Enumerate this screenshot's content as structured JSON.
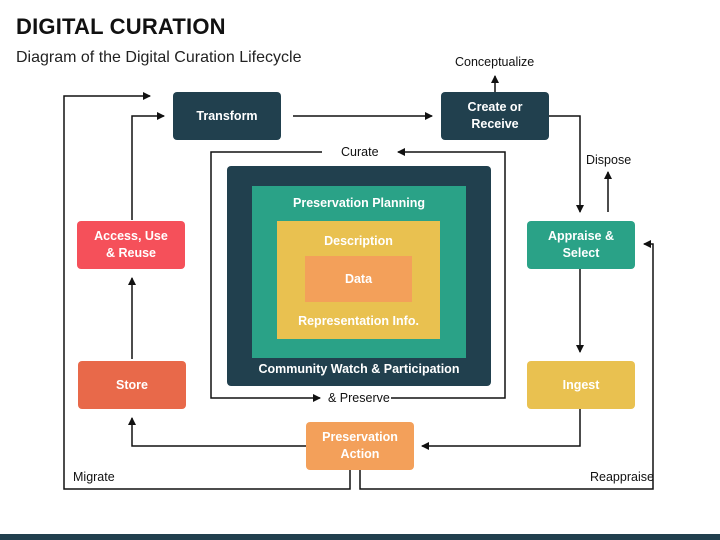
{
  "header": {
    "title": "DIGITAL CURATION",
    "subtitle": "Diagram of the Digital Curation Lifecycle"
  },
  "nodes": {
    "transform": "Transform",
    "create_receive": "Create or Receive",
    "access_use_reuse": "Access, Use & Reuse",
    "appraise_select": "Appraise & Select",
    "store": "Store",
    "ingest": "Ingest",
    "preservation_action": "Preservation Action"
  },
  "layers": {
    "community_watch": "Community Watch & Participation",
    "preservation_planning": "Preservation Planning",
    "description": "Description",
    "representation_info": "Representation Info.",
    "data": "Data"
  },
  "labels": {
    "conceptualize": "Conceptualize",
    "dispose": "Dispose",
    "curate": "Curate",
    "and_preserve": "& Preserve",
    "migrate": "Migrate",
    "reappraise": "Reappraise"
  },
  "colors": {
    "dark": "#21404e",
    "red": "#f5505a",
    "orange_red": "#e8694a",
    "teal": "#2aa287",
    "yellow": "#e9c150",
    "peach": "#f3a05a"
  }
}
